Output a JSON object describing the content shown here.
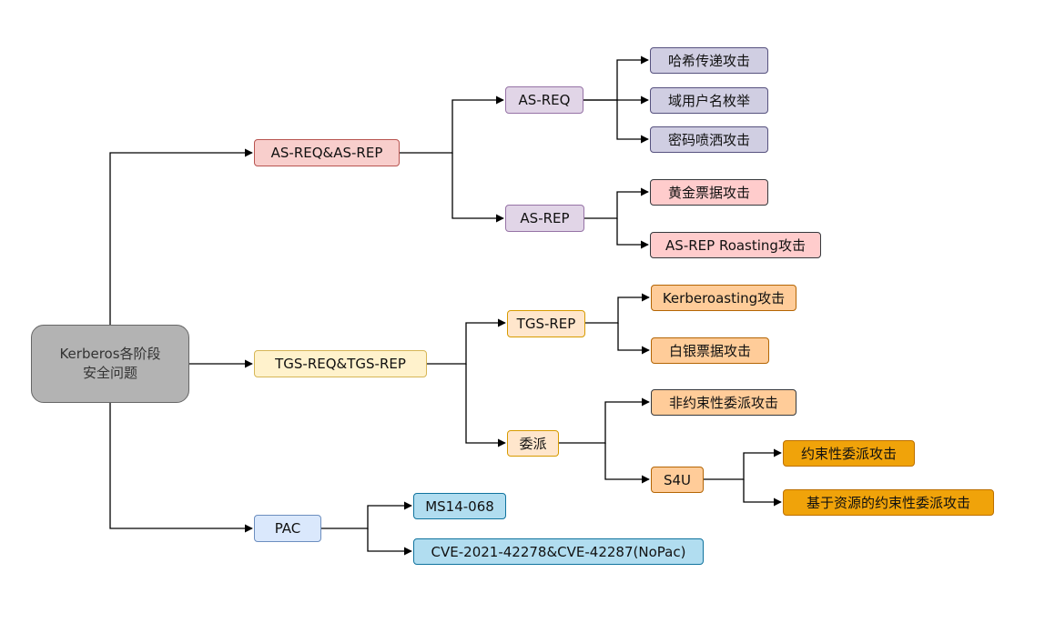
{
  "diagram": {
    "root": {
      "line1": "Kerberos各阶段",
      "line2": "安全问题"
    },
    "nodes": {
      "as_req_rep": "AS-REQ&AS-REP",
      "tgs_req_rep": "TGS-REQ&TGS-REP",
      "pac": "PAC",
      "as_req": "AS-REQ",
      "as_rep": "AS-REP",
      "pass_the_hash": "哈希传递攻击",
      "user_enum": "域用户名枚举",
      "password_spray": "密码喷洒攻击",
      "golden_ticket": "黄金票据攻击",
      "asrep_roasting": "AS-REP Roasting攻击",
      "tgs_rep": "TGS-REP",
      "delegation": "委派",
      "kerberoasting": "Kerberoasting攻击",
      "silver_ticket": "白银票据攻击",
      "unconstrained": "非约束性委派攻击",
      "s4u": "S4U",
      "constrained": "约束性委派攻击",
      "rbcd": "基于资源的约束性委派攻击",
      "ms14_068": "MS14-068",
      "nopac": "CVE-2021-42278&CVE-42287(NoPac)"
    },
    "colors": {
      "edge": "#000000",
      "root_fill": "#b3b3b3",
      "as_fill": "#f8cecc",
      "as_sub_fill": "#e1d5e7",
      "as_req_leaf_fill": "#d0cee2",
      "as_rep_leaf_fill": "#ffcccc",
      "tgs_fill": "#fff2cc",
      "tgs_sub_fill": "#ffe6cc",
      "tgs_leaf_fill": "#ffcc99",
      "s4u_leaf_fill": "#f0a30a",
      "pac_fill": "#dae8fc",
      "pac_leaf_fill": "#b1ddf0"
    }
  }
}
